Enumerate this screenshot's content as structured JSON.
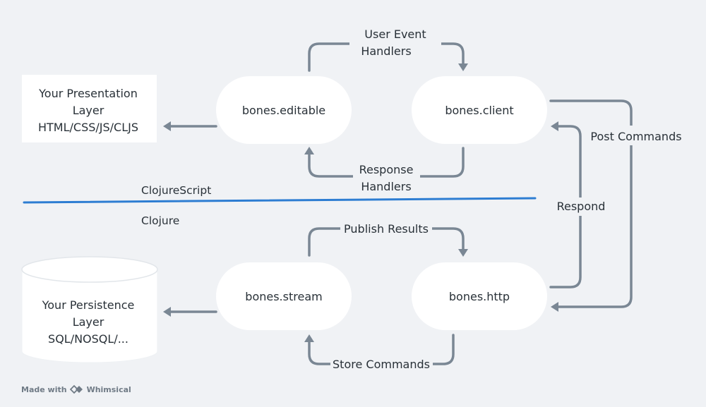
{
  "nodes": {
    "presentation": [
      "Your Presentation",
      "Layer",
      "HTML/CSS/JS/CLJS"
    ],
    "editable": "bones.editable",
    "client": "bones.client",
    "stream": "bones.stream",
    "http": "bones.http",
    "persistence": [
      "Your Persistence",
      "Layer",
      "SQL/NOSQL/..."
    ]
  },
  "edge_labels": {
    "user_event": [
      "User Event",
      "Handlers"
    ],
    "response": [
      "Response",
      "Handlers"
    ],
    "post_commands": "Post Commands",
    "respond": "Respond",
    "publish_results": "Publish Results",
    "store_commands": "Store Commands"
  },
  "divider": {
    "upper_label": "ClojureScript",
    "lower_label": "Clojure",
    "color": "#2d7dd2"
  },
  "colors": {
    "background": "#f0f2f5",
    "node_fill": "#ffffff",
    "connector": "#7a8794",
    "text": "#293138"
  },
  "footer": {
    "prefix": "Made with",
    "brand": "Whimsical",
    "icon": "whimsical-logo-icon"
  }
}
